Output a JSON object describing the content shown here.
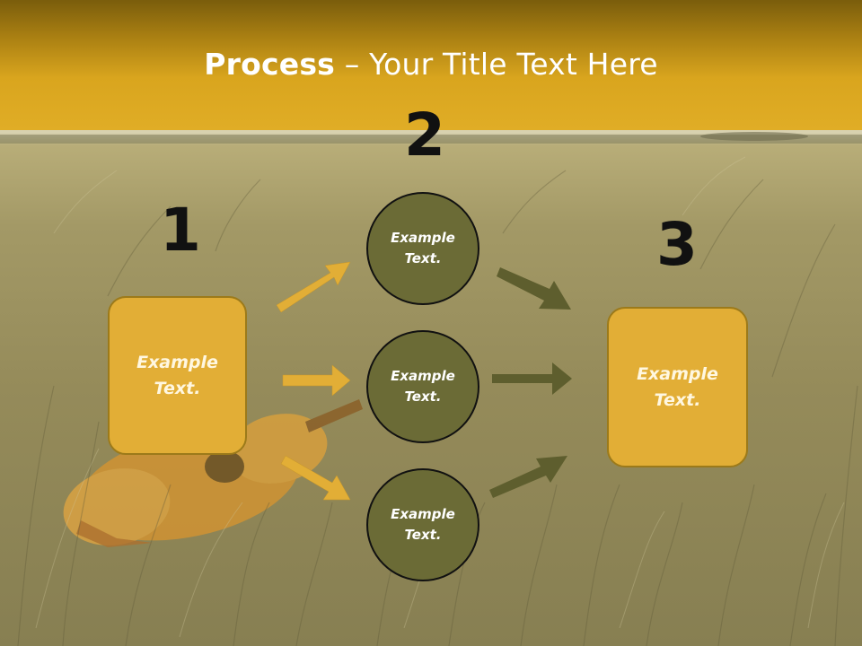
{
  "slide": {
    "title_bold": "Process",
    "title_rest": " – Your Title Text Here",
    "colors": {
      "header": "#e0ad26",
      "box_fill": "#e2ae36",
      "circle_fill": "#6b6b36",
      "yellow_arrow": "#e2ae36",
      "olive_arrow": "#5e5e2e"
    }
  },
  "steps": {
    "one": {
      "number": "1",
      "text": "Example\nText."
    },
    "two": {
      "number": "2",
      "items": [
        {
          "text": "Example\nText."
        },
        {
          "text": "Example\nText."
        },
        {
          "text": "Example\nText."
        }
      ]
    },
    "three": {
      "number": "3",
      "text": "Example\nText."
    }
  }
}
